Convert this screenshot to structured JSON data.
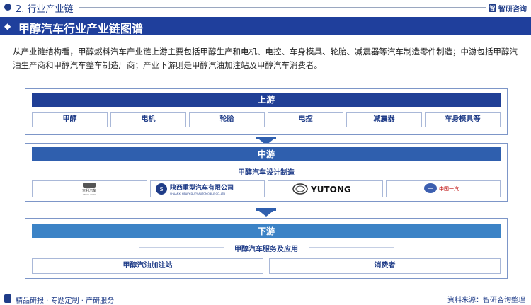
{
  "header": {
    "section": "2. 行业产业链",
    "brand": "智研咨询",
    "brand_logo": "智",
    "title": "甲醇汽车行业产业链图谱"
  },
  "intro": "从产业链结构看，甲醇燃料汽车产业链上游主要包括甲醇生产和电机、电控、车身模具、轮胎、减震器等汽车制造零件制造；中游包括甲醇汽油生产商和甲醇汽车整车制造厂商；产业下游则是甲醇汽油加注站及甲醇汽车消费者。",
  "upstream": {
    "label": "上游",
    "items": [
      "甲醇",
      "电机",
      "轮胎",
      "电控",
      "减震器",
      "车身模具等"
    ]
  },
  "midstream": {
    "label": "中游",
    "sub": "甲醇汽车设计制造",
    "logos": [
      {
        "name": "吉利汽车",
        "sub": "GEELY AUTO"
      },
      {
        "name": "陕西重型汽车有限公司",
        "sub": "SHAANXI HEAVY DUTY AUTOMOBILE CO.,LTD"
      },
      {
        "name": "YUTONG"
      },
      {
        "name": "中国一汽"
      }
    ]
  },
  "downstream": {
    "label": "下游",
    "sub": "甲醇汽车服务及应用",
    "items": [
      "甲醇汽油加注站",
      "消费者"
    ]
  },
  "footer": {
    "left": "精品研报 · 专题定制 · 产研服务",
    "source": "资料来源：智研咨询整理"
  },
  "colors": {
    "primary": "#1f3f9c",
    "mid": "#2f5fae",
    "light": "#3c83c6",
    "border": "#7d96c8"
  }
}
